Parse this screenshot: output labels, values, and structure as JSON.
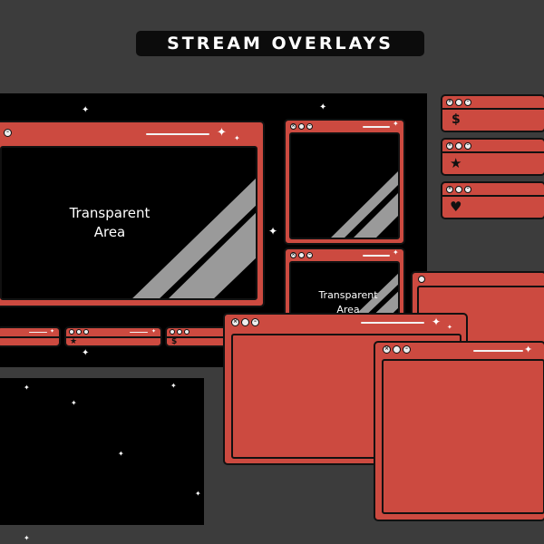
{
  "header": {
    "title": "STREAM OVERLAYS"
  },
  "main_frame": {
    "label_line1": "Transparent",
    "label_line2": "Area"
  },
  "side_frame_bottom": {
    "label_line1": "Transparent",
    "label_line2": "Area"
  },
  "small_bars": [
    {
      "icon": ""
    },
    {
      "icon": "★"
    },
    {
      "icon": "$"
    }
  ],
  "widgets": [
    {
      "icon": "$",
      "icon_name": "dollar-icon"
    },
    {
      "icon": "★",
      "icon_name": "star-icon"
    },
    {
      "icon": "♥",
      "icon_name": "heart-icon"
    }
  ],
  "colors": {
    "accent": "#cc4a40",
    "background": "#3c3c3c",
    "dark": "#000000"
  }
}
